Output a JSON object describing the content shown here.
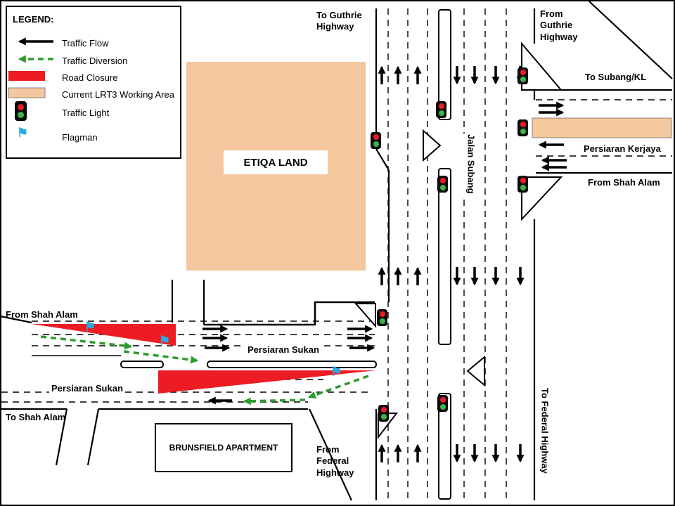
{
  "legend": {
    "title": "LEGEND:",
    "items": [
      {
        "label": "Traffic Flow"
      },
      {
        "label": "Traffic Diversion"
      },
      {
        "label": "Road  Closure"
      },
      {
        "label": "Current LRT3 Working Area"
      },
      {
        "label": "Traffic Light"
      },
      {
        "label": "Flagman"
      }
    ]
  },
  "labels": {
    "to_guthrie": "To Guthrie Highway",
    "from_guthrie": "From Guthrie Highway",
    "to_subang_kl": "To Subang/KL",
    "persiaran_kerjaya": "Persiaran Kerjaya",
    "from_shah_alam_right": "From Shah Alam",
    "jalan_subang": "Jalan Subang",
    "to_federal_highway": "To Federal Highway",
    "etiqa_land": "ETIQA LAND",
    "from_shah_alam_left": "From Shah Alam",
    "persiaran_sukan_upper": "Persiaran Sukan",
    "persiaran_sukan_lower": "Persiaran Sukan",
    "to_shah_alam": "To Shah Alam",
    "brunsfield": "BRUNSFIELD APARTMENT",
    "from_federal_highway": "From Federal Highway"
  },
  "icons": {
    "flagman": "⚑"
  },
  "colors": {
    "road_closure": "#ED1C24",
    "lrt3_working_area": "#F5C79E",
    "traffic_diversion": "#2E9B2E",
    "traffic_flow": "#000000",
    "flagman": "#29ABE2",
    "signal_red": "#ED1C24",
    "signal_green": "#39B54A"
  }
}
